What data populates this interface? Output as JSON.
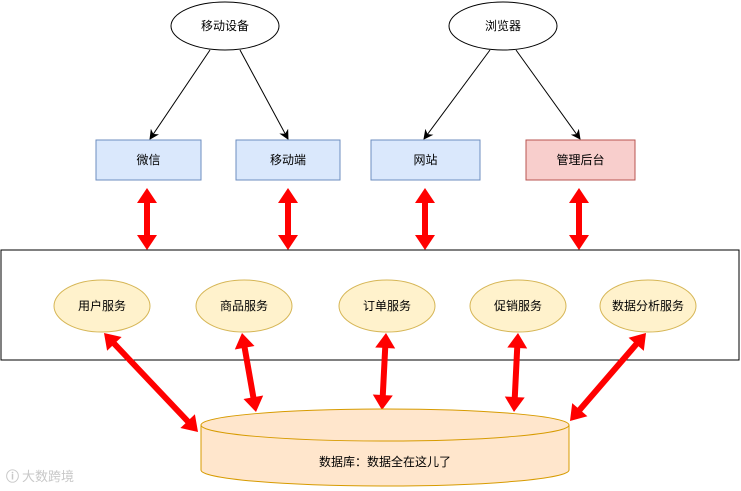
{
  "clients": [
    {
      "id": "mobile-device",
      "label": "移动设备"
    },
    {
      "id": "browser",
      "label": "浏览器"
    }
  ],
  "channels": [
    {
      "id": "wechat",
      "label": "微信",
      "fill": "#dae8fc",
      "stroke": "#6c8ebf"
    },
    {
      "id": "mobile",
      "label": "移动端",
      "fill": "#dae8fc",
      "stroke": "#6c8ebf"
    },
    {
      "id": "website",
      "label": "网站",
      "fill": "#dae8fc",
      "stroke": "#6c8ebf"
    },
    {
      "id": "admin",
      "label": "管理后台",
      "fill": "#f8cecc",
      "stroke": "#b85450"
    }
  ],
  "services": [
    {
      "id": "user-service",
      "label": "用户服务"
    },
    {
      "id": "product-service",
      "label": "商品服务"
    },
    {
      "id": "order-service",
      "label": "订单服务"
    },
    {
      "id": "promotion-service",
      "label": "促销服务"
    },
    {
      "id": "analytics-service",
      "label": "数据分析服务"
    }
  ],
  "database": {
    "label": "数据库：数据全在这儿了"
  },
  "watermark": {
    "logo": "ⓘ",
    "text": "大数跨境"
  },
  "colors": {
    "service_fill": "#fff2cc",
    "service_stroke": "#d6b656",
    "db_fill": "#ffe6cc",
    "db_stroke": "#d79b00",
    "arrow": "#ff0000",
    "line": "#000000"
  }
}
